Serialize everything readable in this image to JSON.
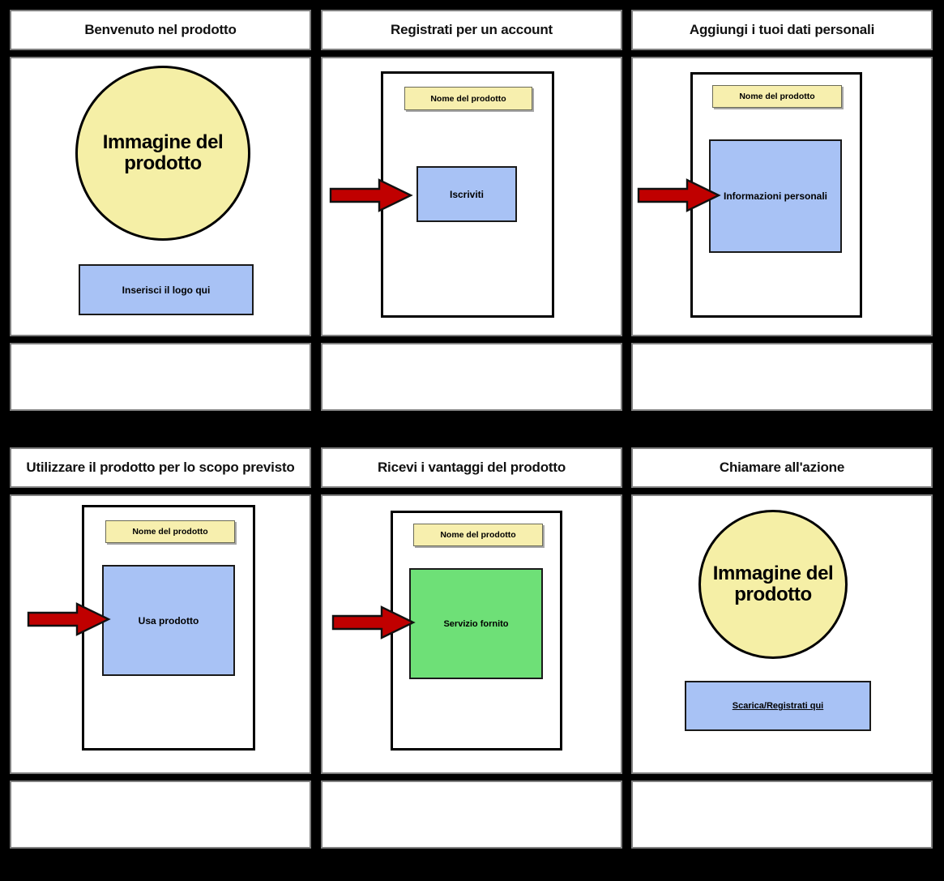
{
  "board": {
    "type": "storyboard",
    "rows": 2,
    "columns": 3,
    "language": "it"
  },
  "colors": {
    "background": "#000000",
    "cell_background": "#ffffff",
    "cell_border": "#808080",
    "circle_yellow": "#F5EFA6",
    "name_bar_yellow": "#F7EFAE",
    "box_blue": "#A8C2F5",
    "box_green": "#6EE077",
    "arrow_red": "#C00000",
    "outline_black": "#000000"
  },
  "panels": [
    {
      "id": "panel-1",
      "title": "Benvenuto nel prodotto",
      "caption": "",
      "shapes": {
        "circle_label": "Immagine del prodotto",
        "blue_box_label": "Inserisci il logo qui"
      }
    },
    {
      "id": "panel-2",
      "title": "Registrati per un account",
      "caption": "",
      "shapes": {
        "name_bar_label": "Nome del prodotto",
        "blue_box_label": "Iscriviti",
        "arrow_icon": "arrow-right-icon"
      }
    },
    {
      "id": "panel-3",
      "title": "Aggiungi i tuoi dati personali",
      "caption": "",
      "shapes": {
        "name_bar_label": "Nome del prodotto",
        "blue_box_label": "Informazioni personali",
        "arrow_icon": "arrow-right-icon"
      }
    },
    {
      "id": "panel-4",
      "title": "Utilizzare il prodotto per lo scopo previsto",
      "caption": "",
      "shapes": {
        "name_bar_label": "Nome del prodotto",
        "blue_box_label": "Usa prodotto",
        "arrow_icon": "arrow-right-icon"
      }
    },
    {
      "id": "panel-5",
      "title": "Ricevi i vantaggi del prodotto",
      "caption": "",
      "shapes": {
        "name_bar_label": "Nome del prodotto",
        "green_box_label": "Servizio fornito",
        "arrow_icon": "arrow-right-icon"
      }
    },
    {
      "id": "panel-6",
      "title": "Chiamare all'azione",
      "caption": "",
      "shapes": {
        "circle_label": "Immagine del prodotto",
        "link_box_label": "Scarica/Registrati qui"
      }
    }
  ]
}
